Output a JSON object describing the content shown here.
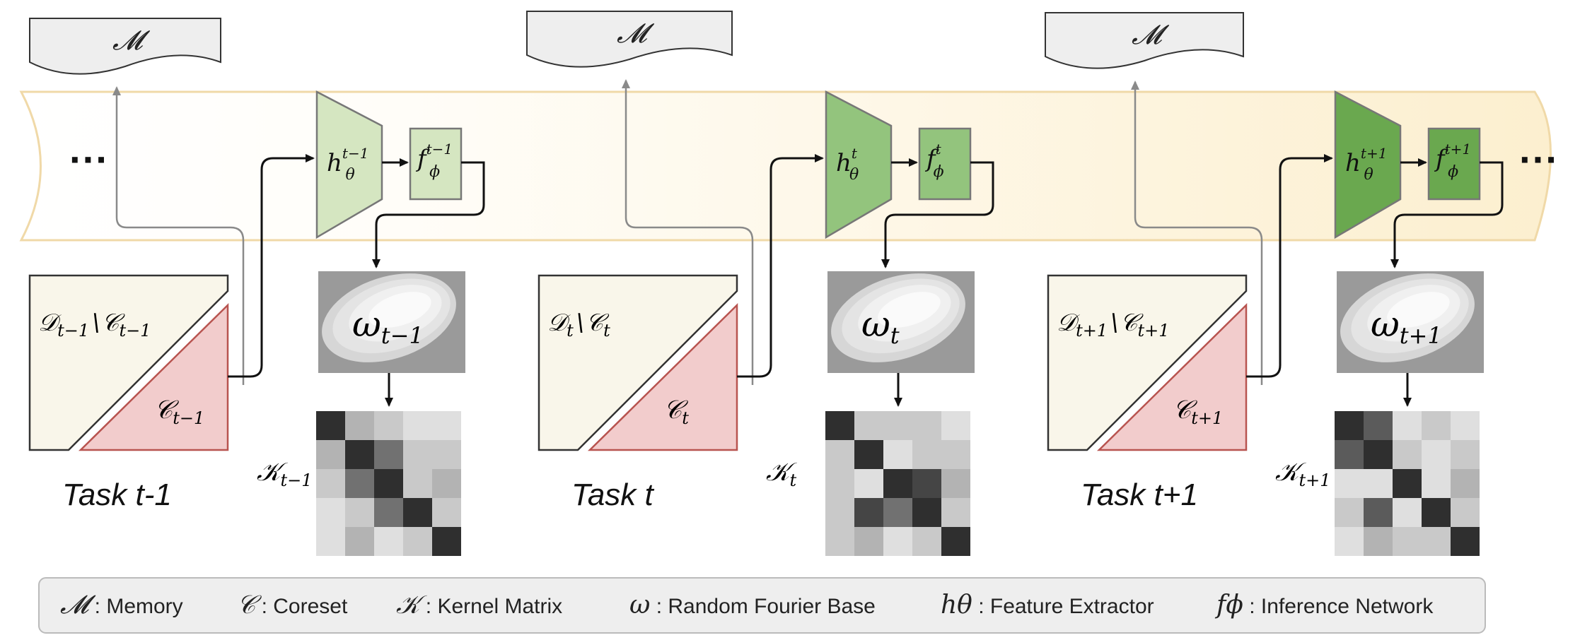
{
  "memory_label": "𝓜",
  "tasks": [
    {
      "task_label": "Task t-1",
      "dataset_label": "𝒟",
      "dataset_sub": "t−1",
      "minus": "\\",
      "coreset_label": "𝒞",
      "coreset_sub": "t−1",
      "h_label": "h",
      "h_sub": "θ",
      "h_sup": "t−1",
      "f_label": "f",
      "f_sub": "ϕ",
      "f_sup": "t−1",
      "omega_label": "ω",
      "omega_sub": "t−1",
      "kernel_label": "𝒦",
      "kernel_sub": "t−1",
      "h_color": "#d5e6c1",
      "f_color": "#d5e6c1",
      "kernel": [
        [
          9,
          3,
          2,
          1,
          1
        ],
        [
          3,
          9,
          6,
          2,
          2
        ],
        [
          2,
          6,
          9,
          2,
          3
        ],
        [
          1,
          2,
          6,
          9,
          2
        ],
        [
          1,
          3,
          1,
          2,
          9
        ]
      ]
    },
    {
      "task_label": "Task t",
      "dataset_label": "𝒟",
      "dataset_sub": "t",
      "minus": "\\",
      "coreset_label": "𝒞",
      "coreset_sub": "t",
      "h_label": "h",
      "h_sub": "θ",
      "h_sup": "t",
      "f_label": "f",
      "f_sub": "ϕ",
      "f_sup": "t",
      "omega_label": "ω",
      "omega_sub": "t",
      "kernel_label": "𝒦",
      "kernel_sub": "t",
      "h_color": "#93c47d",
      "f_color": "#93c47d",
      "kernel": [
        [
          9,
          2,
          2,
          2,
          1
        ],
        [
          2,
          9,
          1,
          2,
          2
        ],
        [
          2,
          1,
          9,
          8,
          3
        ],
        [
          2,
          8,
          6,
          9,
          2
        ],
        [
          2,
          3,
          1,
          2,
          9
        ]
      ]
    },
    {
      "task_label": "Task t+1",
      "dataset_label": "𝒟",
      "dataset_sub": "t+1",
      "minus": "\\",
      "coreset_label": "𝒞",
      "coreset_sub": "t+1",
      "h_label": "h",
      "h_sub": "θ",
      "h_sup": "t+1",
      "f_label": "f",
      "f_sub": "ϕ",
      "f_sup": "t+1",
      "omega_label": "ω",
      "omega_sub": "t+1",
      "kernel_label": "𝒦",
      "kernel_sub": "t+1",
      "h_color": "#6aa84f",
      "f_color": "#6aa84f",
      "kernel": [
        [
          9,
          7,
          1,
          2,
          1
        ],
        [
          7,
          9,
          2,
          1,
          2
        ],
        [
          1,
          1,
          9,
          1,
          3
        ],
        [
          2,
          7,
          1,
          9,
          2
        ],
        [
          1,
          3,
          2,
          2,
          9
        ]
      ]
    }
  ],
  "ellipsis_left": "···",
  "ellipsis_right": "···",
  "legend": [
    {
      "symbol": "𝓜",
      "sep": " : ",
      "label": "Memory"
    },
    {
      "symbol": "𝒞",
      "sep": " : ",
      "label": "Coreset"
    },
    {
      "symbol": "𝒦",
      "sep": " : ",
      "label": "Kernel Matrix"
    },
    {
      "symbol": "ω",
      "sep": " : ",
      "label": "Random Fourier Base"
    },
    {
      "symbol": "hθ",
      "sep": " : ",
      "label": "Feature Extractor"
    },
    {
      "symbol": "fϕ",
      "sep": " : ",
      "label": "Inference Network"
    }
  ],
  "colors": {
    "band_fill": "#fdf3dc",
    "band_stroke": "#f0d9a8",
    "coreset_fill": "#f2cccc",
    "coreset_stroke": "#b85450",
    "dataset_fill": "#f9f6ea",
    "memory_fill": "#eeeeee"
  }
}
